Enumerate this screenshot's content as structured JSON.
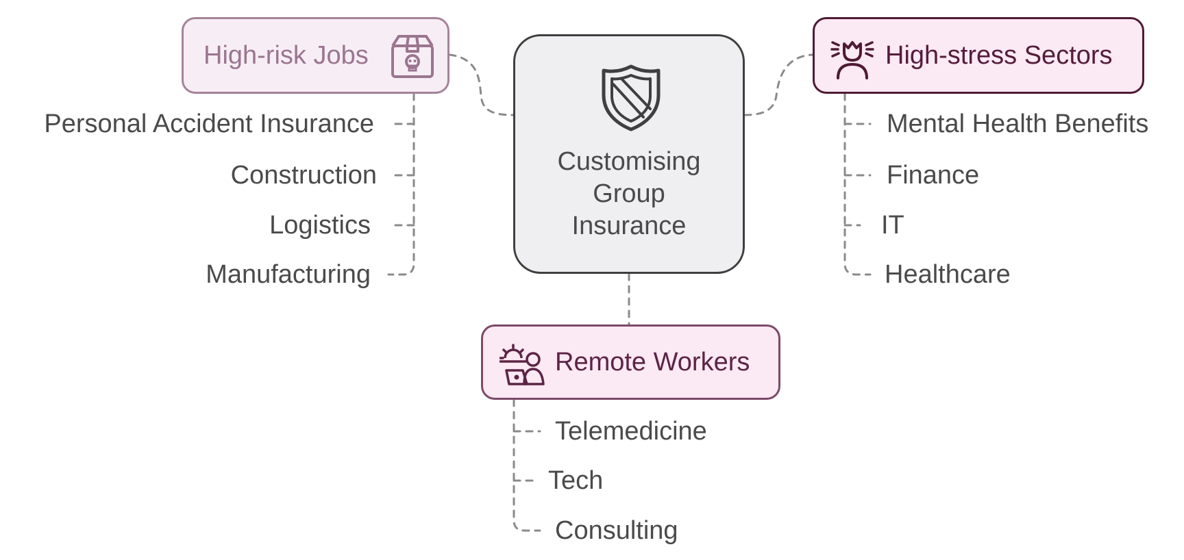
{
  "center": {
    "title": "Customising\nGroup\nInsurance",
    "icon": "shield-icon"
  },
  "branches": {
    "high_risk": {
      "label": "High-risk Jobs",
      "icon": "skull-box-icon",
      "items": [
        "Personal Accident Insurance",
        "Construction",
        "Logistics",
        "Manufacturing"
      ]
    },
    "high_stress": {
      "label": "High-stress Sectors",
      "icon": "stressed-person-icon",
      "items": [
        "Mental Health Benefits",
        "Finance",
        "IT",
        "Healthcare"
      ]
    },
    "remote": {
      "label": "Remote Workers",
      "icon": "remote-laptop-icon",
      "items": [
        "Telemedicine",
        "Tech",
        "Consulting"
      ]
    }
  },
  "colors": {
    "connector": "#8a8a8a",
    "center_fill": "#efeef1",
    "center_border": "#3f3f3f",
    "high_risk_fill": "#f7eef5",
    "high_risk_border": "#a58399",
    "high_stress_fill": "#fbe9f4",
    "high_stress_border": "#4e1a34",
    "remote_fill": "#fbe9f4",
    "remote_border": "#7d4a68",
    "text": "#4a4a4a"
  }
}
